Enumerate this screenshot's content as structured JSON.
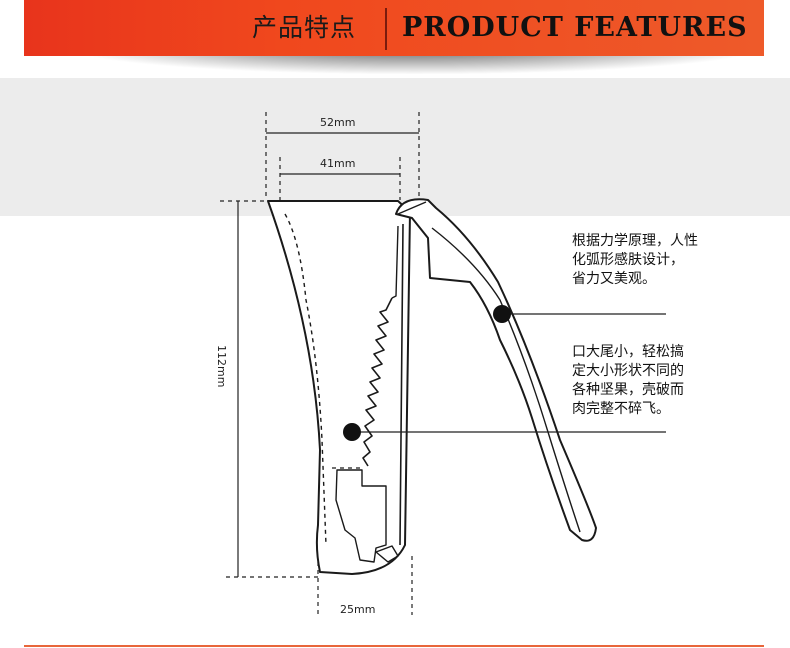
{
  "header": {
    "title_cn": "产品特点",
    "title_en": "PRODUCT FEATURES"
  },
  "dimensions": {
    "top_outer": "52mm",
    "top_inner": "41mm",
    "height": "112mm",
    "bottom": "25mm"
  },
  "notes": {
    "ergonomic": [
      "根据力学原理，人性",
      "化弧形感肤设计，",
      "省力又美观。"
    ],
    "mouth": [
      "口大尾小，轻松搞",
      "定大小形状不同的",
      "各种坚果，壳破而",
      "肉完整不碎飞。"
    ]
  },
  "colors": {
    "header_bg": "#ee4a1f",
    "accent_rule": "#e8663a",
    "band": "#ececec",
    "ink": "#111111"
  }
}
